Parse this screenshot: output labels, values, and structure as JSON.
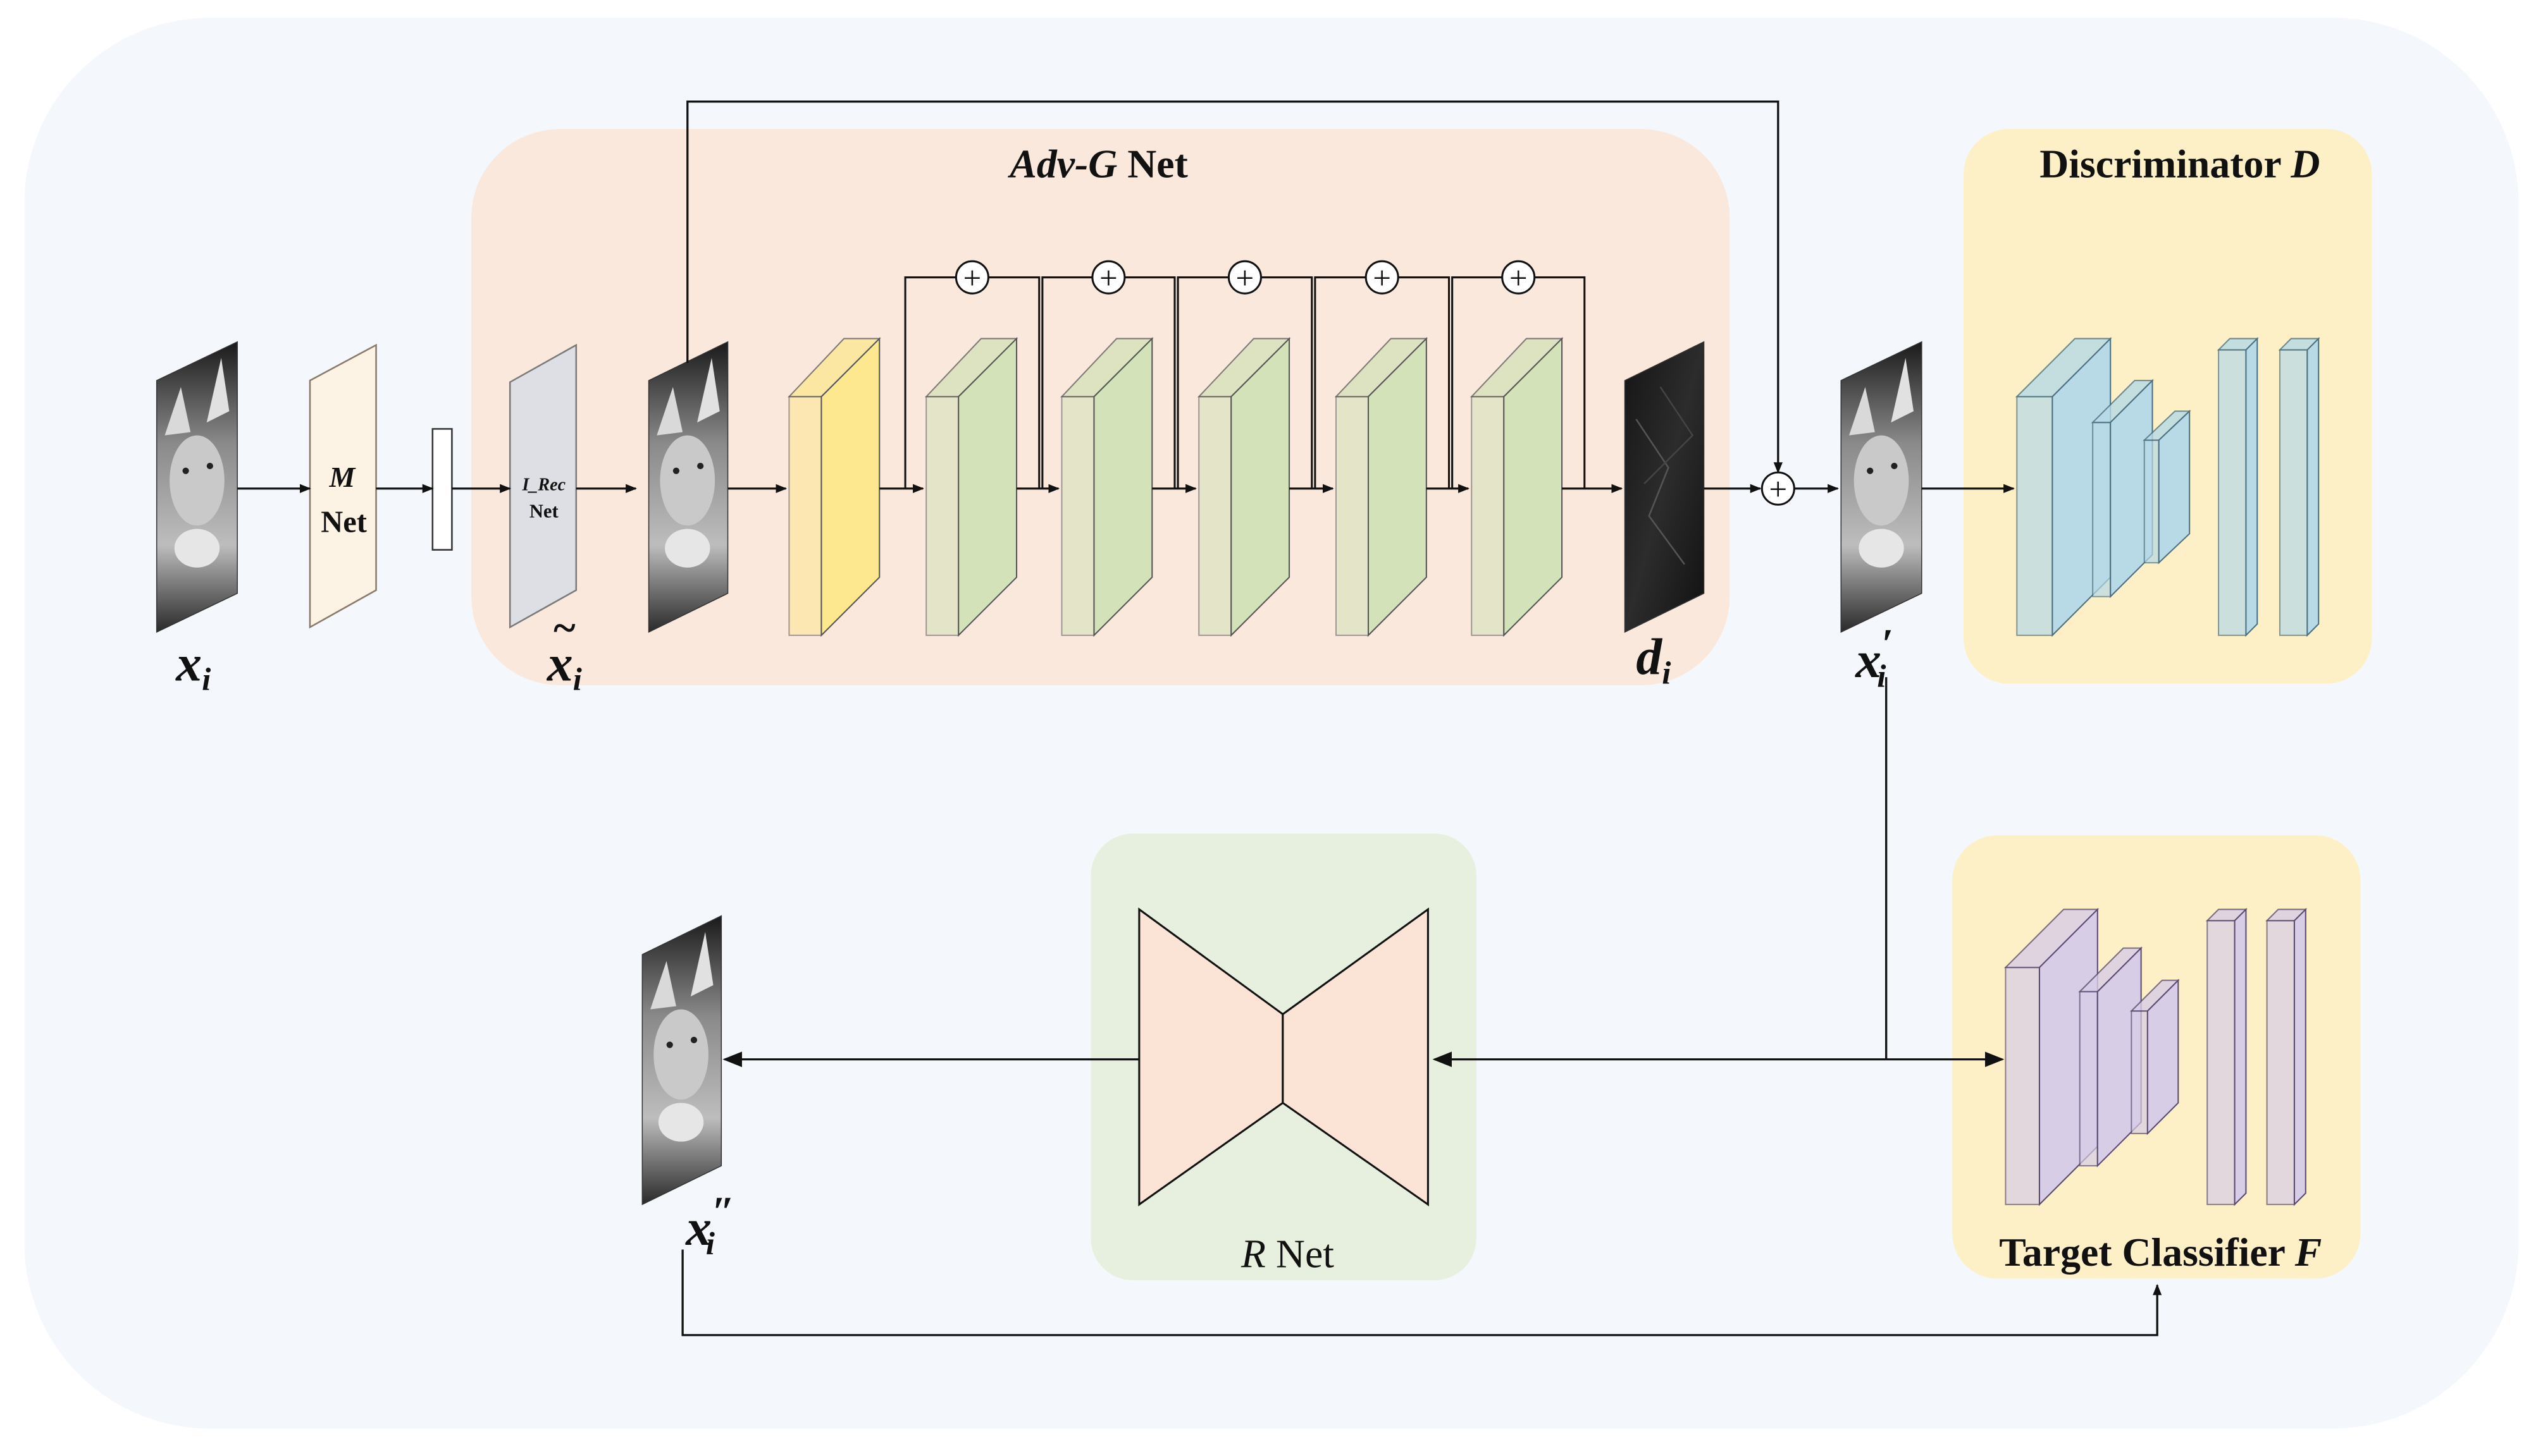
{
  "colors": {
    "frame_bg": "#f4f8fd",
    "adv_panel": "#fbe8dd",
    "disc_panel": "#fdf0c6",
    "cls_panel": "#fdf0c6",
    "r_panel": "#e7f0de",
    "mnet_fill": "#fdf3e4",
    "irec_fill": "#dedfe4",
    "first_block": "#fde78f",
    "res_block": "#d3e2b8",
    "disc_block": "#b7dae6",
    "cls_block": "#d7cde6",
    "rnet_fill": "#fbe3d6"
  },
  "labels": {
    "adv_prefix": "Adv-G",
    "adv_suffix": " Net",
    "disc_prefix": "Discriminator ",
    "disc_symbol": "D",
    "cls_prefix": "Target Classifier ",
    "cls_symbol": "F",
    "r_symbol": "R",
    "r_suffix": " Net",
    "m_symbol": "M",
    "m_net": "Net",
    "irec_name": "I_Rec",
    "irec_net": "Net",
    "plus": "+"
  },
  "symbols": {
    "x": "x",
    "x_sub": "i",
    "xt": "x",
    "xt_tilde": "~",
    "xt_sub": "i",
    "d": "d",
    "d_sub": "i",
    "xp": "x",
    "xp_sub": "i",
    "xp_prime": "′",
    "xpp": "x",
    "xpp_sub": "i",
    "xpp_prime": "″"
  },
  "icons": {
    "fox_image": "fox-face-grayscale",
    "noise_image": "perturbation-noise-map",
    "sum_node": "circled-plus",
    "hourglass": "encoder-decoder-hourglass"
  }
}
